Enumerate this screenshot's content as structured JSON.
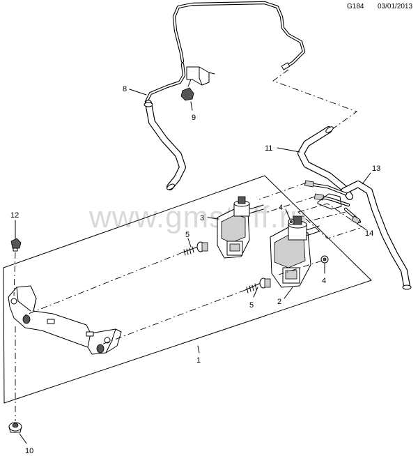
{
  "header": {
    "code": "G184",
    "date": "03/01/2013"
  },
  "watermark": "www.gmstuff.ru",
  "callouts": [
    {
      "id": "c1",
      "label": "1"
    },
    {
      "id": "c2",
      "label": "2"
    },
    {
      "id": "c3",
      "label": "3"
    },
    {
      "id": "c4a",
      "label": "4"
    },
    {
      "id": "c4b",
      "label": "4"
    },
    {
      "id": "c5a",
      "label": "5"
    },
    {
      "id": "c5b",
      "label": "5"
    },
    {
      "id": "c8",
      "label": "8"
    },
    {
      "id": "c9",
      "label": "9"
    },
    {
      "id": "c10",
      "label": "10"
    },
    {
      "id": "c11",
      "label": "11"
    },
    {
      "id": "c12",
      "label": "12"
    },
    {
      "id": "c13",
      "label": "13"
    },
    {
      "id": "c14",
      "label": "14"
    }
  ]
}
